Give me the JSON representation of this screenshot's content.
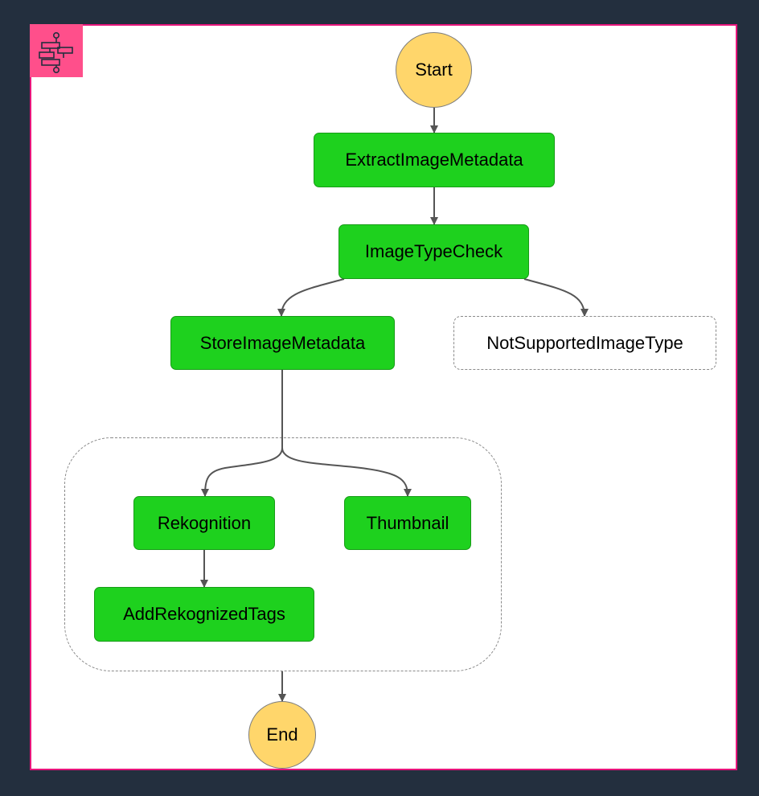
{
  "diagram": {
    "nodes": {
      "start": "Start",
      "extract_image_metadata": "ExtractImageMetadata",
      "image_type_check": "ImageTypeCheck",
      "store_image_metadata": "StoreImageMetadata",
      "not_supported_image_type": "NotSupportedImageType",
      "rekognition": "Rekognition",
      "thumbnail": "Thumbnail",
      "add_rekognized_tags": "AddRekognizedTags",
      "end": "End"
    },
    "edges": [
      [
        "start",
        "extract_image_metadata"
      ],
      [
        "extract_image_metadata",
        "image_type_check"
      ],
      [
        "image_type_check",
        "store_image_metadata"
      ],
      [
        "image_type_check",
        "not_supported_image_type"
      ],
      [
        "store_image_metadata",
        "rekognition"
      ],
      [
        "store_image_metadata",
        "thumbnail"
      ],
      [
        "rekognition",
        "add_rekognized_tags"
      ],
      [
        "parallel_branch",
        "end"
      ]
    ],
    "icon": "state-machine-icon",
    "colors": {
      "background": "#232f3e",
      "frame_border": "#e7157b",
      "badge": "#ff4f8b",
      "task_fill": "#1ed11e",
      "terminal_fill": "#ffd66b"
    }
  }
}
